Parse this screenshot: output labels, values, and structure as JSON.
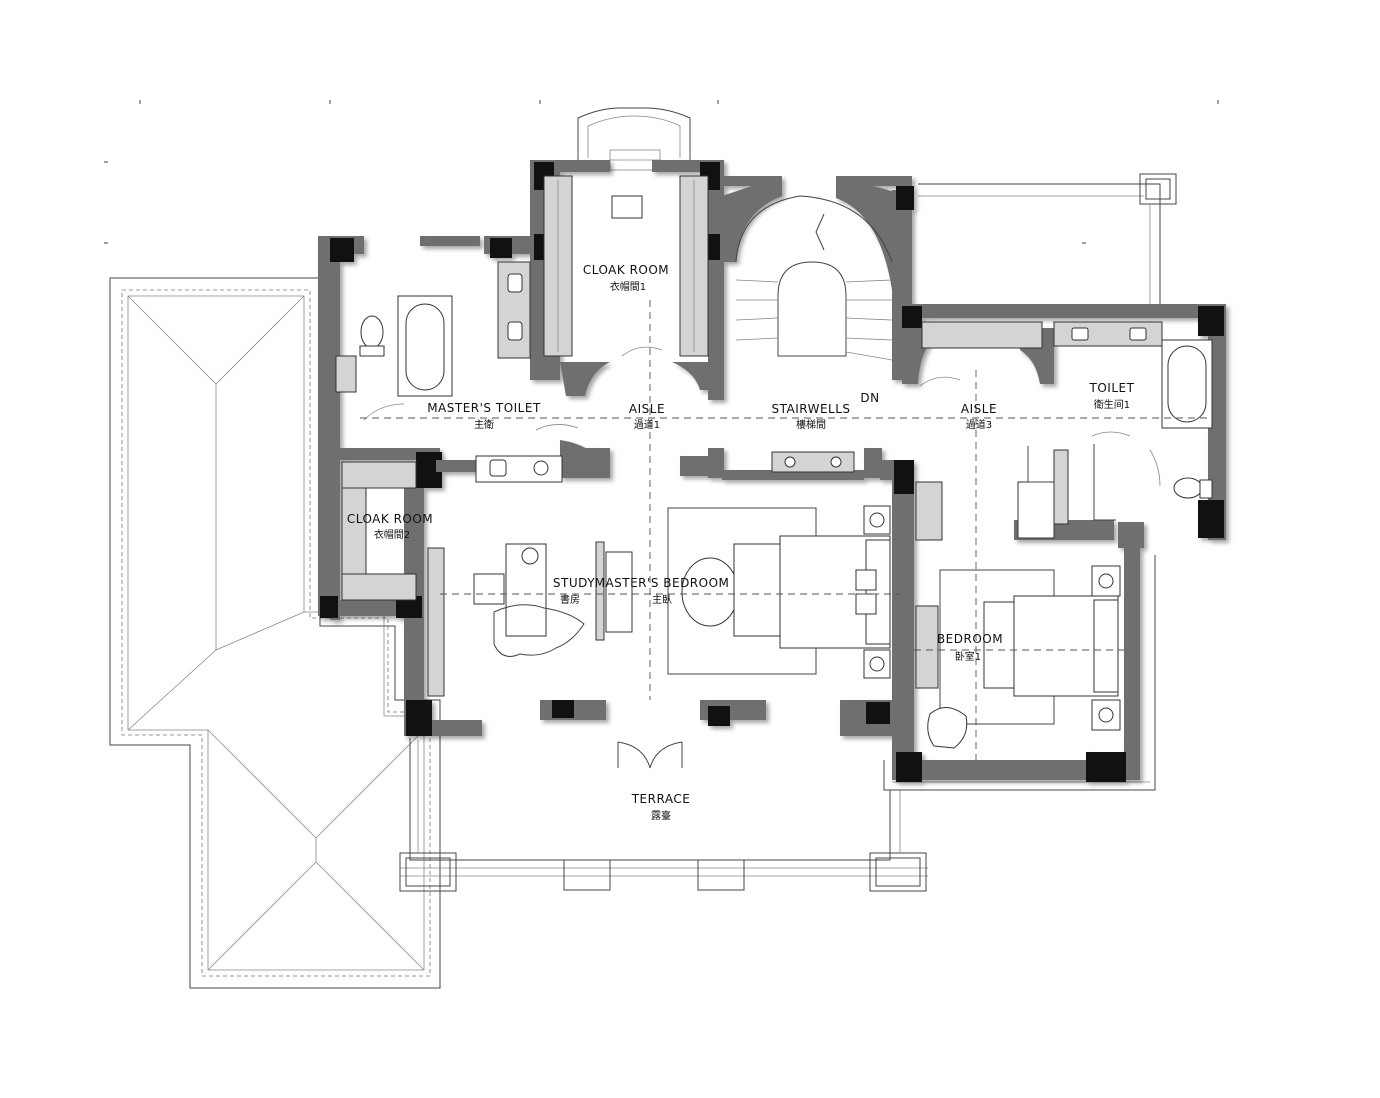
{
  "rooms": {
    "cloak_room_1": {
      "en": "CLOAK ROOM",
      "zh": "衣帽間1"
    },
    "masters_toilet": {
      "en": "MASTER'S TOILET",
      "zh": "主衛"
    },
    "aisle_1": {
      "en": "AISLE",
      "zh": "過道1"
    },
    "stairwells": {
      "en": "STAIRWELLS",
      "zh": "樓梯間"
    },
    "dn": {
      "en": "DN"
    },
    "aisle_3": {
      "en": "AISLE",
      "zh": "過道3"
    },
    "toilet": {
      "en": "TOILET",
      "zh": "衛生间1"
    },
    "cloak_room_2": {
      "en": "CLOAK ROOM",
      "zh": "衣帽間2"
    },
    "study": {
      "en": "STUDY",
      "zh": "書房"
    },
    "masters_bedroom": {
      "en": "MASTER'S BEDROOM",
      "zh": "主臥"
    },
    "bedroom": {
      "en": "BEDROOM",
      "zh": "卧室1"
    },
    "terrace": {
      "en": "TERRACE",
      "zh": "露臺"
    }
  },
  "colors": {
    "wall": "#6f6f6f",
    "wall_corner": "#111111",
    "background": "#ffffff"
  }
}
